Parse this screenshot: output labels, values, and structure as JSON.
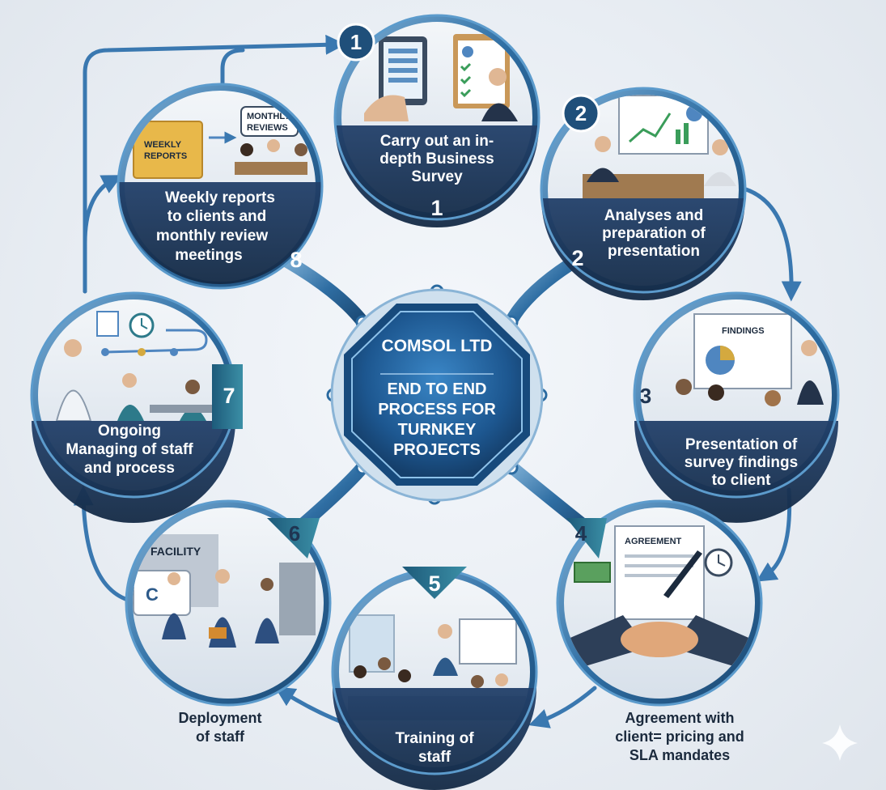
{
  "center": {
    "title": "COMSOL LTD",
    "subtitle_lines": [
      "END TO END",
      "PROCESS FOR",
      "TURNKEY",
      "PROJECTS"
    ]
  },
  "steps": [
    {
      "number": "1",
      "badge": "1",
      "label_lines": [
        "Carry out an in-",
        "depth Business",
        "Survey"
      ]
    },
    {
      "number": "2",
      "badge": "2",
      "label_lines": [
        "Analyses and",
        "preparation of",
        "presentation"
      ]
    },
    {
      "number": "3",
      "label_lines": [
        "Presentation of",
        "survey findings",
        "to client"
      ],
      "scene_text": "FINDINGS"
    },
    {
      "number": "4",
      "label_lines": [
        "Agreement with",
        "client= pricing and",
        "SLA mandates"
      ],
      "scene_text": "AGREEMENT"
    },
    {
      "number": "5",
      "label_lines": [
        "Training of",
        "staff"
      ]
    },
    {
      "number": "6",
      "label_lines": [
        "Deployment",
        "of staff"
      ],
      "scene_text": "FACILITY"
    },
    {
      "number": "7",
      "label_lines": [
        "Ongoing",
        "Managing of staff",
        "and process"
      ]
    },
    {
      "number": "8",
      "label_lines": [
        "Weekly reports",
        "to clients and",
        "monthly review",
        "meetings"
      ],
      "scene_text_1": [
        "WEEKLY",
        "REPORTS"
      ],
      "scene_text_2": [
        "MONTHLY",
        "REVIEWS"
      ]
    }
  ],
  "colors": {
    "ring": "#3f7fb3",
    "ring_dark": "#1f4f7a",
    "panel": "#1c3554",
    "center": "#1e5a96",
    "arrow": "#3a78b0"
  },
  "icons": [
    "sparkle-icon",
    "arrow-icon",
    "clock-icon",
    "money-icon",
    "pen-icon",
    "folder-icon"
  ]
}
